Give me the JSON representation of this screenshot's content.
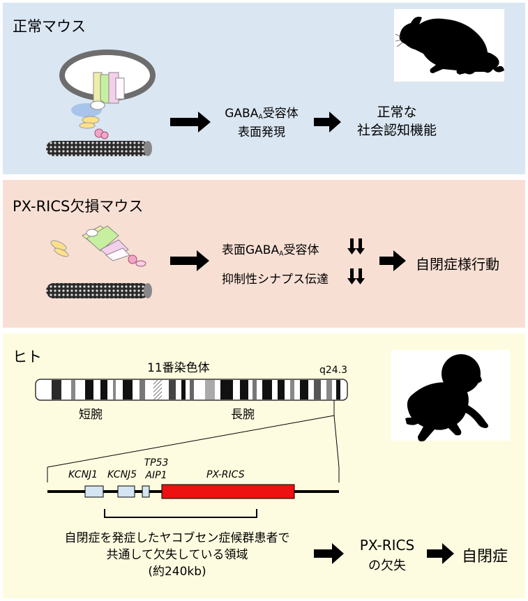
{
  "panel1": {
    "title": "正常マウス",
    "step1": {
      "pre": "GABA",
      "sub": "A",
      "post": "受容体",
      "line2": "表面発現"
    },
    "result": {
      "line1": "正常な",
      "line2": "社会認知機能"
    },
    "icon": "mouse-silhouette"
  },
  "panel2": {
    "title": "PX-RICS欠損マウス",
    "effect1": {
      "pre": "表面GABA",
      "sub": "A",
      "post": "受容体"
    },
    "effect2": "抑制性シナプス伝達",
    "result": "自閉症様行動",
    "icons": [
      "down-arrows",
      "down-arrows"
    ]
  },
  "panel3": {
    "title": "ヒト",
    "chromosome": {
      "name": "11番染色体",
      "band": "q24.3",
      "short_arm": "短腕",
      "long_arm": "長腕"
    },
    "genes": {
      "kcnj1": "KCNJ1",
      "kcnj5": "KCNJ5",
      "tp53_line1": "TP53",
      "tp53_line2": "AIP1",
      "pxrics": "PX-RICS"
    },
    "deletion": {
      "line1": "自閉症を発症したヤコブセン症候群患者で",
      "line2": "共通して欠失している領域",
      "line3": "(約240kb)"
    },
    "outcome": {
      "line1": "PX-RICS",
      "line2": "の欠失"
    },
    "result": "自閉症",
    "icon": "baby-silhouette"
  },
  "colors": {
    "panel1_bg": "#dae6f2",
    "panel2_bg": "#f8dfd4",
    "panel3_bg": "#fefce0",
    "pxrics_gene": "#ee1111",
    "gene_box": "#d4e4f2"
  }
}
